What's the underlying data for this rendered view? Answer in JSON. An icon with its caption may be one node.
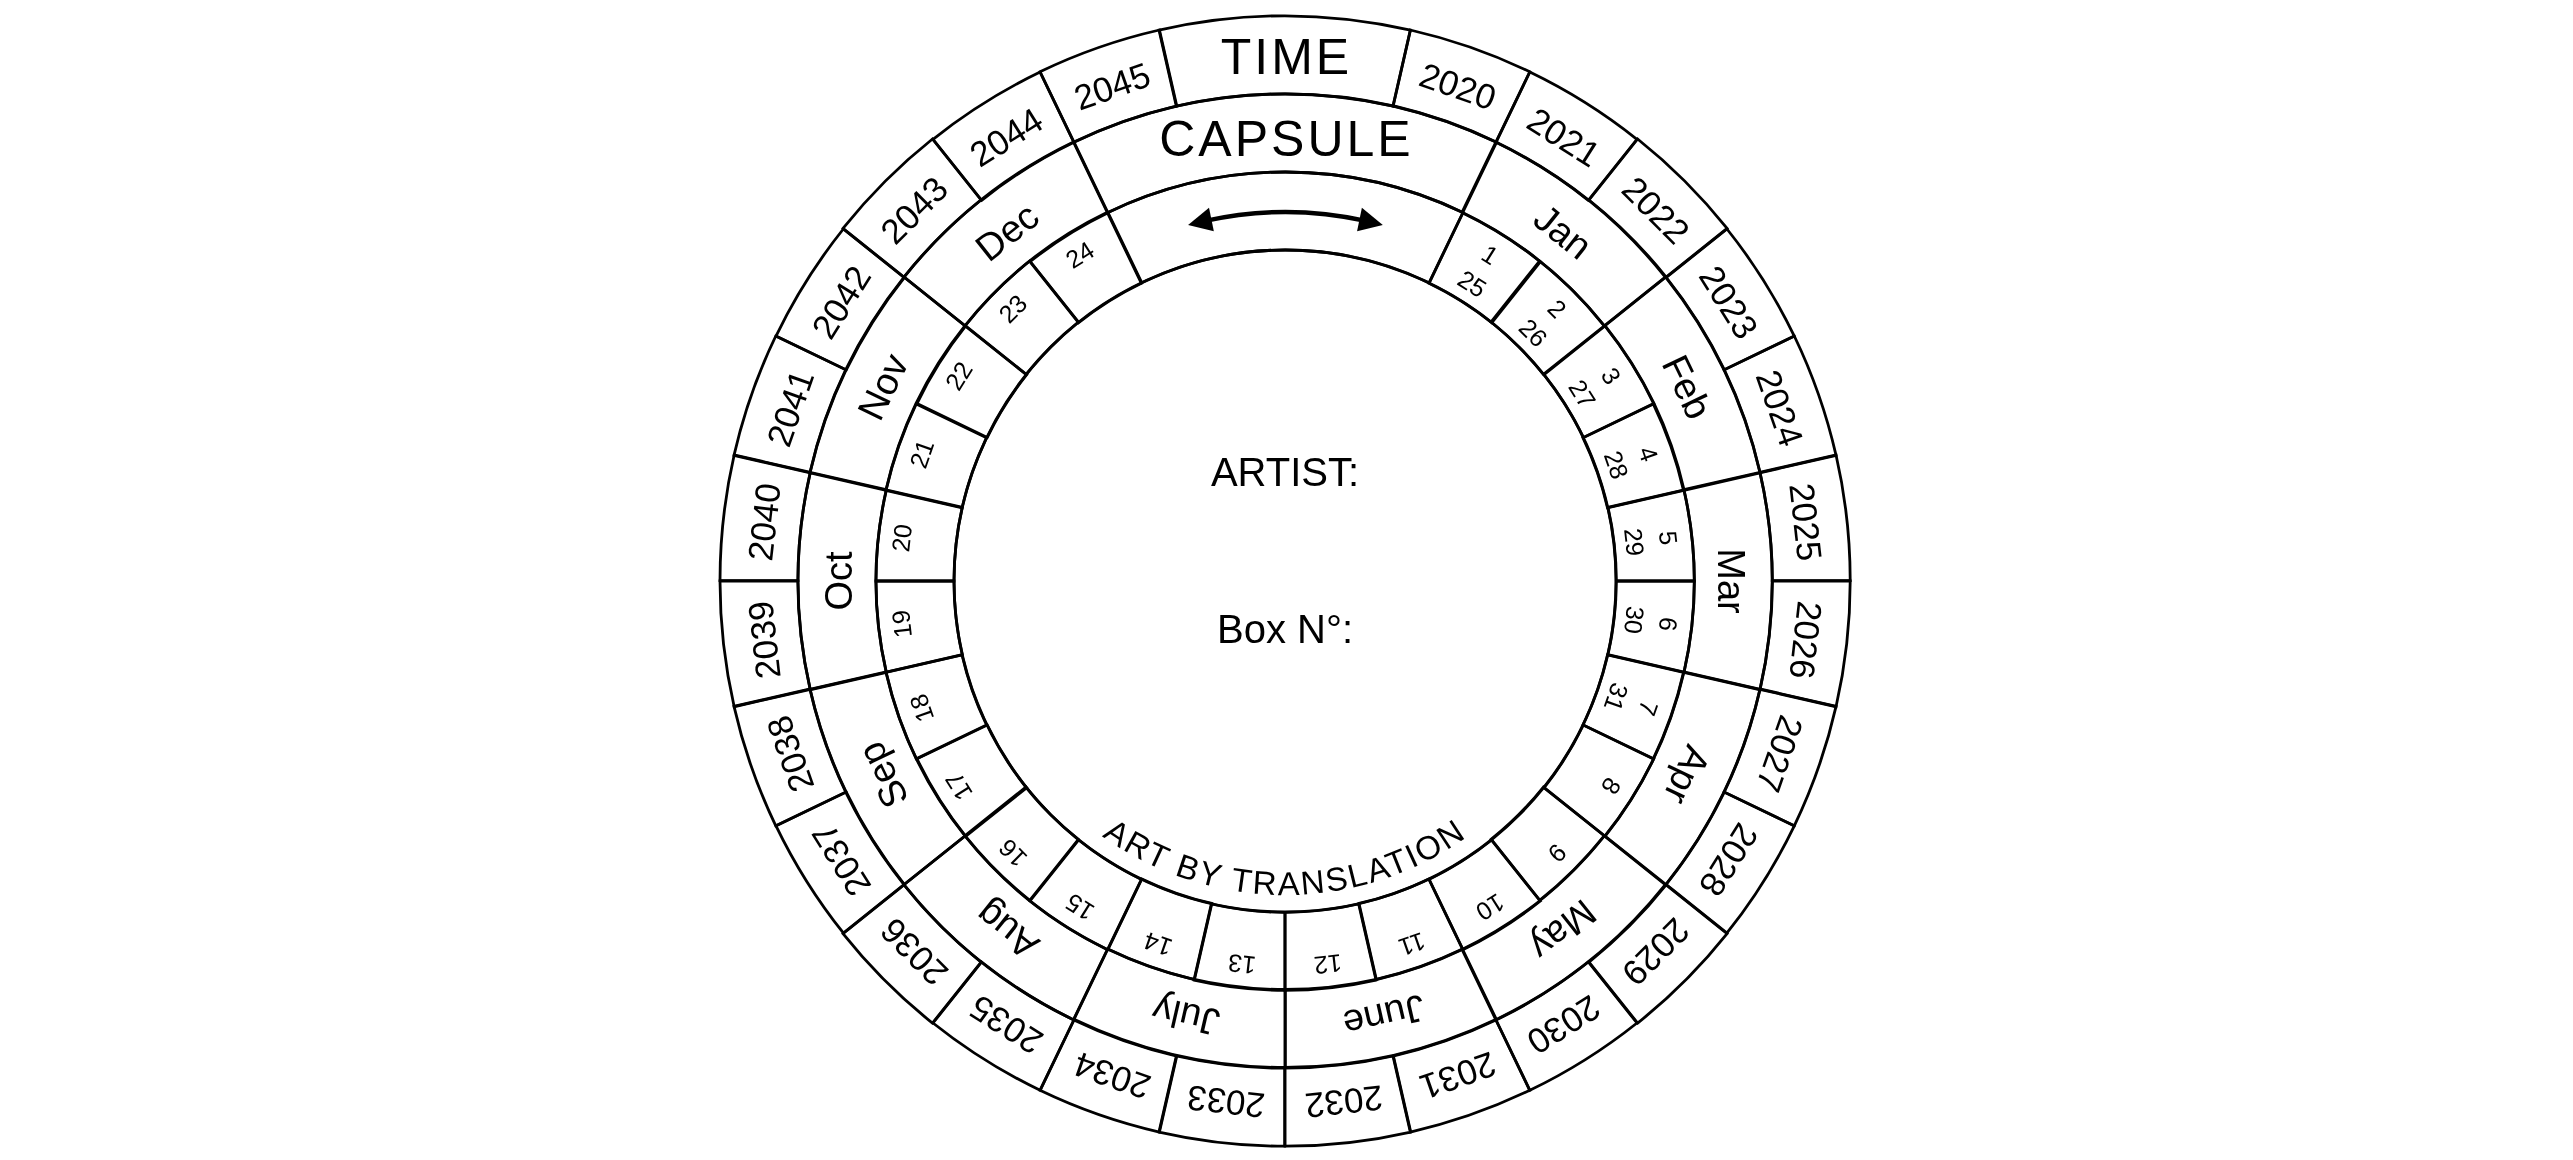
{
  "diagram": {
    "nodes": [
      {
        "text": [
          "TIME"
        ]
      },
      {
        "text": [
          "2020"
        ]
      },
      {
        "text": [
          "2021"
        ]
      },
      {
        "text": [
          "2022"
        ]
      },
      {
        "text": [
          "2023"
        ]
      },
      {
        "text": [
          "2024"
        ]
      },
      {
        "text": [
          "2025"
        ]
      },
      {
        "text": [
          "2026"
        ]
      },
      {
        "text": [
          "2027"
        ]
      },
      {
        "text": [
          "2028"
        ]
      },
      {
        "text": [
          "2029"
        ]
      },
      {
        "text": [
          "2030"
        ]
      },
      {
        "text": [
          "2031"
        ]
      },
      {
        "text": [
          "2032"
        ]
      },
      {
        "text": [
          "2033"
        ]
      },
      {
        "text": [
          "2034"
        ]
      },
      {
        "text": [
          "2035"
        ]
      },
      {
        "text": [
          "2036"
        ]
      },
      {
        "text": [
          "2037"
        ]
      },
      {
        "text": [
          "2038"
        ]
      },
      {
        "text": [
          "2039"
        ]
      },
      {
        "text": [
          "2040"
        ]
      },
      {
        "text": [
          "2041"
        ]
      },
      {
        "text": [
          "2042"
        ]
      },
      {
        "text": [
          "2043"
        ]
      },
      {
        "text": [
          "2044"
        ]
      },
      {
        "text": [
          "2045"
        ]
      },
      {
        "text": [
          "CAPSULE"
        ]
      },
      {
        "text": [
          "Jan"
        ]
      },
      {
        "text": [
          "Feb"
        ]
      },
      {
        "text": [
          "Mar"
        ]
      },
      {
        "text": [
          "Apr"
        ]
      },
      {
        "text": [
          "May"
        ]
      },
      {
        "text": [
          "June"
        ]
      },
      {
        "text": [
          "July"
        ]
      },
      {
        "text": [
          "Aug"
        ]
      },
      {
        "text": [
          "Sep"
        ]
      },
      {
        "text": [
          "Oct"
        ]
      },
      {
        "text": [
          "Nov"
        ]
      },
      {
        "text": [
          "Dec"
        ]
      },
      {
        "text": [],
        "shape": "box"
      },
      {
        "text": [
          "1",
          "25"
        ]
      },
      {
        "text": [
          "2",
          "26"
        ]
      },
      {
        "text": [
          "3",
          "27"
        ]
      },
      {
        "text": [
          "4",
          "28"
        ]
      },
      {
        "text": [
          "5",
          "29"
        ]
      },
      {
        "text": [
          "6",
          "30"
        ]
      },
      {
        "text": [
          "7",
          "31"
        ]
      },
      {
        "text": [
          "8"
        ]
      },
      {
        "text": [
          "9"
        ]
      },
      {
        "text": [
          "10"
        ]
      },
      {
        "text": [
          "11"
        ]
      },
      {
        "text": [
          "12"
        ]
      },
      {
        "text": [
          "13"
        ]
      },
      {
        "text": [
          "14"
        ]
      },
      {
        "text": [
          "15"
        ]
      },
      {
        "text": [
          "16"
        ]
      },
      {
        "text": [
          "17"
        ]
      },
      {
        "text": [
          "18"
        ]
      },
      {
        "text": [
          "19"
        ]
      },
      {
        "text": [
          "20"
        ]
      },
      {
        "text": [
          "21"
        ]
      },
      {
        "text": [
          "22"
        ]
      },
      {
        "text": [
          "23"
        ]
      },
      {
        "text": [
          "24"
        ]
      },
      {
        "text": [
          "ARTIST:",
          "Box N°:",
          "ART BY TRANSLATION"
        ]
      }
    ]
  }
}
